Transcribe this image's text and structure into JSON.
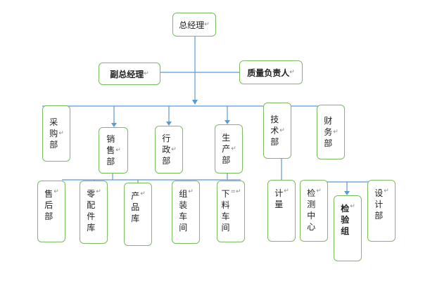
{
  "diagram": {
    "paragraph_mark": "↵",
    "nodes": [
      {
        "id": "gm",
        "label": "总经理",
        "vertical": false,
        "bold": false
      },
      {
        "id": "deputy",
        "label": "副总经理",
        "vertical": false,
        "bold": true
      },
      {
        "id": "quality",
        "label": "质量负责人",
        "vertical": false,
        "bold": true
      },
      {
        "id": "purchase",
        "label": "采购部",
        "vertical": true,
        "bold": false
      },
      {
        "id": "sales",
        "label": "销售部",
        "vertical": true,
        "bold": false
      },
      {
        "id": "admin",
        "label": "行政部",
        "vertical": true,
        "bold": false
      },
      {
        "id": "production",
        "label": "生产部",
        "vertical": true,
        "bold": false
      },
      {
        "id": "tech",
        "label": "技术部",
        "vertical": true,
        "bold": false
      },
      {
        "id": "finance",
        "label": "财务部",
        "vertical": true,
        "bold": false
      },
      {
        "id": "aftersale",
        "label": "售后部",
        "vertical": true,
        "bold": false
      },
      {
        "id": "parts",
        "label": "零配件库",
        "vertical": true,
        "bold": false
      },
      {
        "id": "product",
        "label": "产品库",
        "vertical": true,
        "bold": false
      },
      {
        "id": "assembly",
        "label": "组装车间",
        "vertical": true,
        "bold": false
      },
      {
        "id": "cutting",
        "label": "下料车间",
        "vertical": true,
        "bold": false,
        "suffix": "="
      },
      {
        "id": "metering",
        "label": "计量",
        "vertical": true,
        "bold": false
      },
      {
        "id": "testcenter",
        "label": "检测中心",
        "vertical": true,
        "bold": false
      },
      {
        "id": "testgroup",
        "label": "检验组",
        "vertical": true,
        "bold": true
      },
      {
        "id": "design",
        "label": "设计部",
        "vertical": true,
        "bold": false
      }
    ]
  }
}
